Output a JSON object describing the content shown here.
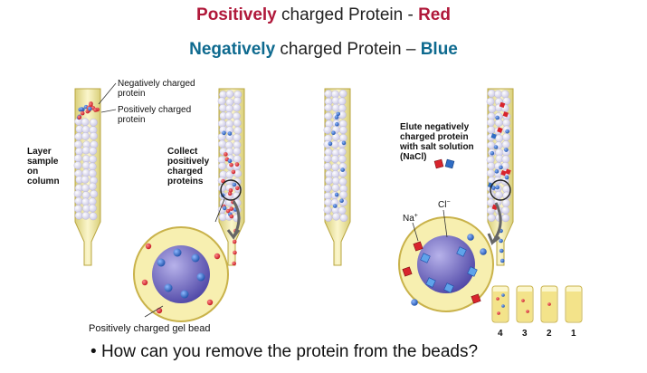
{
  "title_line1": {
    "bold": "Positively",
    "rest": " charged Protein - ",
    "color_word": "Red"
  },
  "title_line2": {
    "bold": "Negatively",
    "rest": " charged Protein – ",
    "color_word": "Blue"
  },
  "labels": {
    "neg_line1": "Negatively charged",
    "neg_line2": "protein",
    "pos_line1": "Positively charged",
    "pos_line2": "protein",
    "layer": [
      "Layer",
      "sample",
      "on",
      "column"
    ],
    "collect": [
      "Collect",
      "positively",
      "charged",
      "proteins"
    ],
    "bead": "Positively charged gel bead",
    "elute": [
      "Elute negatively",
      "charged protein",
      "with salt solution",
      "(NaCl)"
    ],
    "na": "Na",
    "cl": "Cl",
    "fractions": [
      "4",
      "3",
      "2",
      "1"
    ]
  },
  "question": "How can you remove the protein from the beads?",
  "colors": {
    "red": "#b0183a",
    "blue": "#0e6a8f",
    "column_fill": "#f3eba0",
    "column_edge": "#c9b24a",
    "bead": "#e4e2f2",
    "red_protein": "#d8242c",
    "blue_protein": "#2f6cc4",
    "gel_bead": "#7f78c4"
  }
}
